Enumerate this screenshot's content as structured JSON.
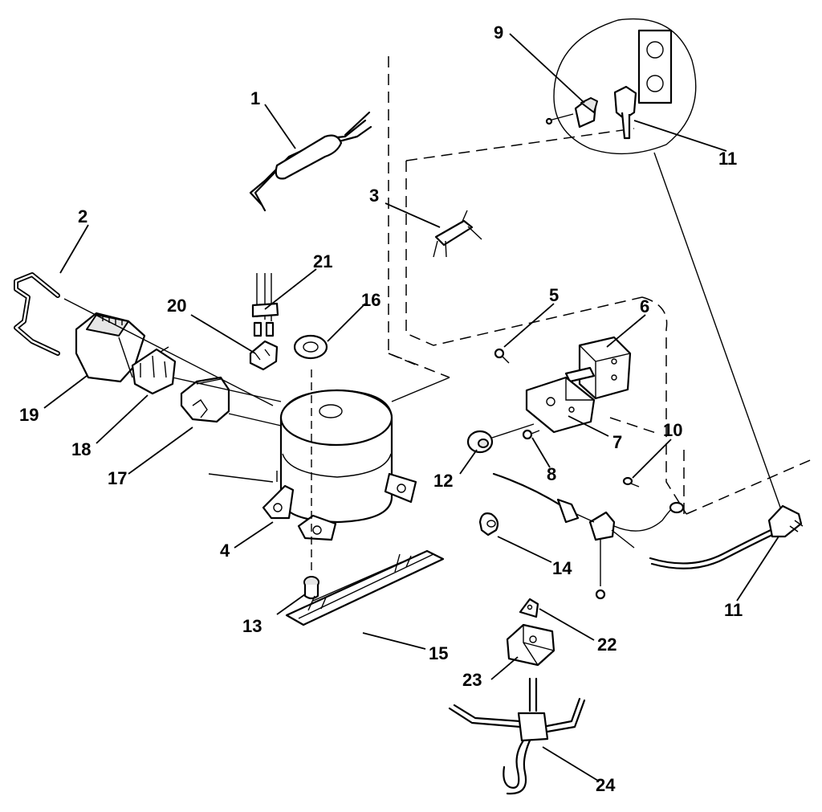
{
  "callouts": {
    "c1": "1",
    "c2": "2",
    "c3": "3",
    "c4": "4",
    "c5": "5",
    "c6": "6",
    "c7": "7",
    "c8": "8",
    "c9": "9",
    "c10": "10",
    "c11a": "11",
    "c11b": "11",
    "c12": "12",
    "c13": "13",
    "c14": "14",
    "c15": "15",
    "c16": "16",
    "c17": "17",
    "c18": "18",
    "c19": "19",
    "c20": "20",
    "c21": "21",
    "c22": "22",
    "c23": "23",
    "c24": "24"
  }
}
